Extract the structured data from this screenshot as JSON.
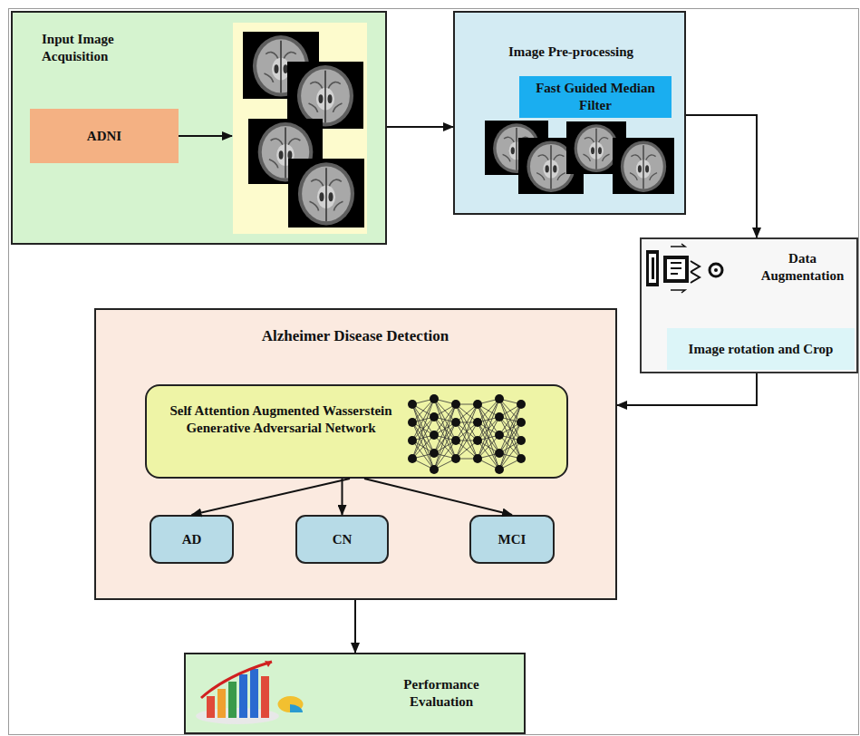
{
  "diagram": {
    "nodes": [
      {
        "text": [
          "Input Image Acquisition"
        ]
      },
      {
        "text": [
          "ADNI"
        ],
        "in": 0
      },
      {
        "text": [
          "Image Pre-processing"
        ]
      },
      {
        "text": [
          "Fast Guided Median Filter"
        ],
        "in": 2
      },
      {
        "text": [
          "Data Augmentation"
        ]
      },
      {
        "text": [
          "Image rotation and Crop"
        ],
        "in": 4
      },
      {
        "text": [
          "Alzheimer Disease Detection"
        ]
      },
      {
        "text": [
          "Self Attention Augmented Wasserstein Generative Adversarial Network"
        ],
        "in": 6
      },
      {
        "text": [
          "AD"
        ],
        "in": 6
      },
      {
        "text": [
          "CN"
        ],
        "in": 6
      },
      {
        "text": [
          "MCI"
        ],
        "in": 6
      },
      {
        "text": [
          "Performance Evaluation"
        ]
      }
    ],
    "edges": [
      {
        "from": 0,
        "to": 2,
        "arrow": "to"
      },
      {
        "from": 2,
        "to": 4,
        "arrow": "to"
      },
      {
        "from": 4,
        "to": 6,
        "arrow": "to"
      },
      {
        "from": 7,
        "to": 8,
        "arrow": "to"
      },
      {
        "from": 7,
        "to": 9,
        "arrow": "to"
      },
      {
        "from": 7,
        "to": 10,
        "arrow": "to"
      },
      {
        "from": 6,
        "to": 11,
        "arrow": "to"
      }
    ]
  }
}
